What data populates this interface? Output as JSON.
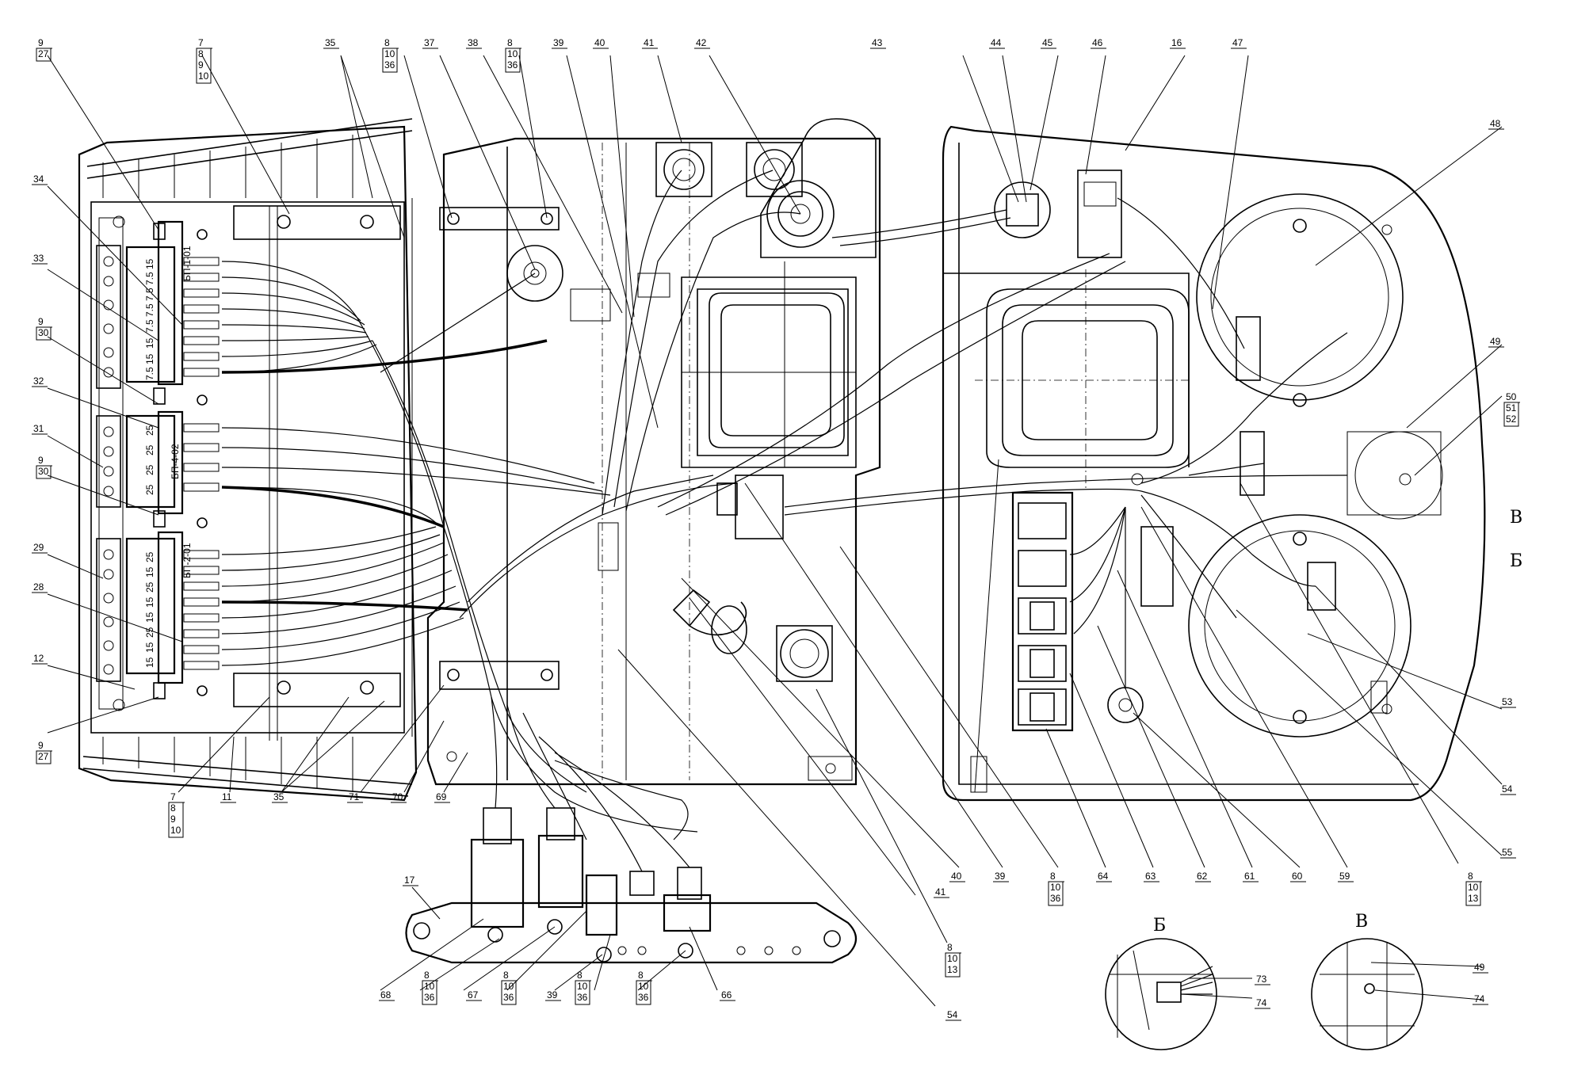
{
  "diagram": {
    "callouts": [
      {
        "id": "c9a",
        "lines": [
          "9",
          "27"
        ]
      },
      {
        "id": "c7a",
        "lines": [
          "7",
          "8",
          "9",
          "10"
        ]
      },
      {
        "id": "c35a",
        "lines": [
          "35"
        ]
      },
      {
        "id": "c8a",
        "lines": [
          "8",
          "10",
          "36"
        ]
      },
      {
        "id": "c37",
        "lines": [
          "37"
        ]
      },
      {
        "id": "c38",
        "lines": [
          "38"
        ]
      },
      {
        "id": "c8b",
        "lines": [
          "8",
          "10",
          "36"
        ]
      },
      {
        "id": "c39a",
        "lines": [
          "39"
        ]
      },
      {
        "id": "c40a",
        "lines": [
          "40"
        ]
      },
      {
        "id": "c41a",
        "lines": [
          "41"
        ]
      },
      {
        "id": "c42",
        "lines": [
          "42"
        ]
      },
      {
        "id": "c43",
        "lines": [
          "43"
        ]
      },
      {
        "id": "c44",
        "lines": [
          "44"
        ]
      },
      {
        "id": "c45",
        "lines": [
          "45"
        ]
      },
      {
        "id": "c46",
        "lines": [
          "46"
        ]
      },
      {
        "id": "c16",
        "lines": [
          "16"
        ]
      },
      {
        "id": "c47",
        "lines": [
          "47"
        ]
      },
      {
        "id": "c48",
        "lines": [
          "48"
        ]
      },
      {
        "id": "c34",
        "lines": [
          "34"
        ]
      },
      {
        "id": "c33",
        "lines": [
          "33"
        ]
      },
      {
        "id": "c9b",
        "lines": [
          "9",
          "30"
        ]
      },
      {
        "id": "c32",
        "lines": [
          "32"
        ]
      },
      {
        "id": "c31",
        "lines": [
          "31"
        ]
      },
      {
        "id": "c9c",
        "lines": [
          "9",
          "30"
        ]
      },
      {
        "id": "c29",
        "lines": [
          "29"
        ]
      },
      {
        "id": "c28",
        "lines": [
          "28"
        ]
      },
      {
        "id": "c12",
        "lines": [
          "12"
        ]
      },
      {
        "id": "c9d",
        "lines": [
          "9",
          "27"
        ]
      },
      {
        "id": "c49",
        "lines": [
          "49"
        ]
      },
      {
        "id": "c50",
        "lines": [
          "50",
          "51",
          "52"
        ]
      },
      {
        "id": "c53",
        "lines": [
          "53"
        ]
      },
      {
        "id": "c54a",
        "lines": [
          "54"
        ]
      },
      {
        "id": "c55",
        "lines": [
          "55"
        ]
      },
      {
        "id": "c7b",
        "lines": [
          "7",
          "8",
          "9",
          "10"
        ]
      },
      {
        "id": "c11",
        "lines": [
          "11"
        ]
      },
      {
        "id": "c35b",
        "lines": [
          "35"
        ]
      },
      {
        "id": "c71",
        "lines": [
          "71"
        ]
      },
      {
        "id": "c70",
        "lines": [
          "70"
        ]
      },
      {
        "id": "c69",
        "lines": [
          "69"
        ]
      },
      {
        "id": "c40b",
        "lines": [
          "40"
        ]
      },
      {
        "id": "c39b",
        "lines": [
          "39"
        ]
      },
      {
        "id": "c8c",
        "lines": [
          "8",
          "10",
          "36"
        ]
      },
      {
        "id": "c64",
        "lines": [
          "64"
        ]
      },
      {
        "id": "c63",
        "lines": [
          "63"
        ]
      },
      {
        "id": "c62",
        "lines": [
          "62"
        ]
      },
      {
        "id": "c61",
        "lines": [
          "61"
        ]
      },
      {
        "id": "c60",
        "lines": [
          "60"
        ]
      },
      {
        "id": "c59",
        "lines": [
          "59"
        ]
      },
      {
        "id": "c8d",
        "lines": [
          "8",
          "10",
          "13"
        ]
      },
      {
        "id": "c41b",
        "lines": [
          "41"
        ]
      },
      {
        "id": "c8e",
        "lines": [
          "8",
          "10",
          "13"
        ]
      },
      {
        "id": "c17",
        "lines": [
          "17"
        ]
      },
      {
        "id": "c68",
        "lines": [
          "68"
        ]
      },
      {
        "id": "c8f",
        "lines": [
          "8",
          "10",
          "36"
        ]
      },
      {
        "id": "c67",
        "lines": [
          "67"
        ]
      },
      {
        "id": "c8g",
        "lines": [
          "8",
          "10",
          "36"
        ]
      },
      {
        "id": "c39c",
        "lines": [
          "39"
        ]
      },
      {
        "id": "c8h",
        "lines": [
          "8",
          "10",
          "36"
        ]
      },
      {
        "id": "c8i",
        "lines": [
          "8",
          "10",
          "36"
        ]
      },
      {
        "id": "c66",
        "lines": [
          "66"
        ]
      },
      {
        "id": "c54b",
        "lines": [
          "54"
        ]
      },
      {
        "id": "c73",
        "lines": [
          "73"
        ]
      },
      {
        "id": "c74a",
        "lines": [
          "74"
        ]
      },
      {
        "id": "c49b",
        "lines": [
          "49"
        ]
      },
      {
        "id": "c74b",
        "lines": [
          "74"
        ]
      }
    ],
    "view_letters": {
      "v_right": "В",
      "b_right": "Б",
      "b_detail": "Б",
      "v_detail": "В"
    },
    "block_labels": {
      "bp1": "БП-1-01",
      "bp4": "БП-4-02",
      "bp2": "БП-2-01"
    },
    "fuse_ratings": {
      "bp1": [
        "15",
        "7.5",
        "7.5",
        "7.5",
        "7.5",
        "15",
        "15",
        "7.5"
      ],
      "bp4": [
        "25",
        "25",
        "25",
        "25"
      ],
      "bp2": [
        "25",
        "15",
        "25",
        "15",
        "15",
        "25",
        "15",
        "15"
      ]
    }
  }
}
